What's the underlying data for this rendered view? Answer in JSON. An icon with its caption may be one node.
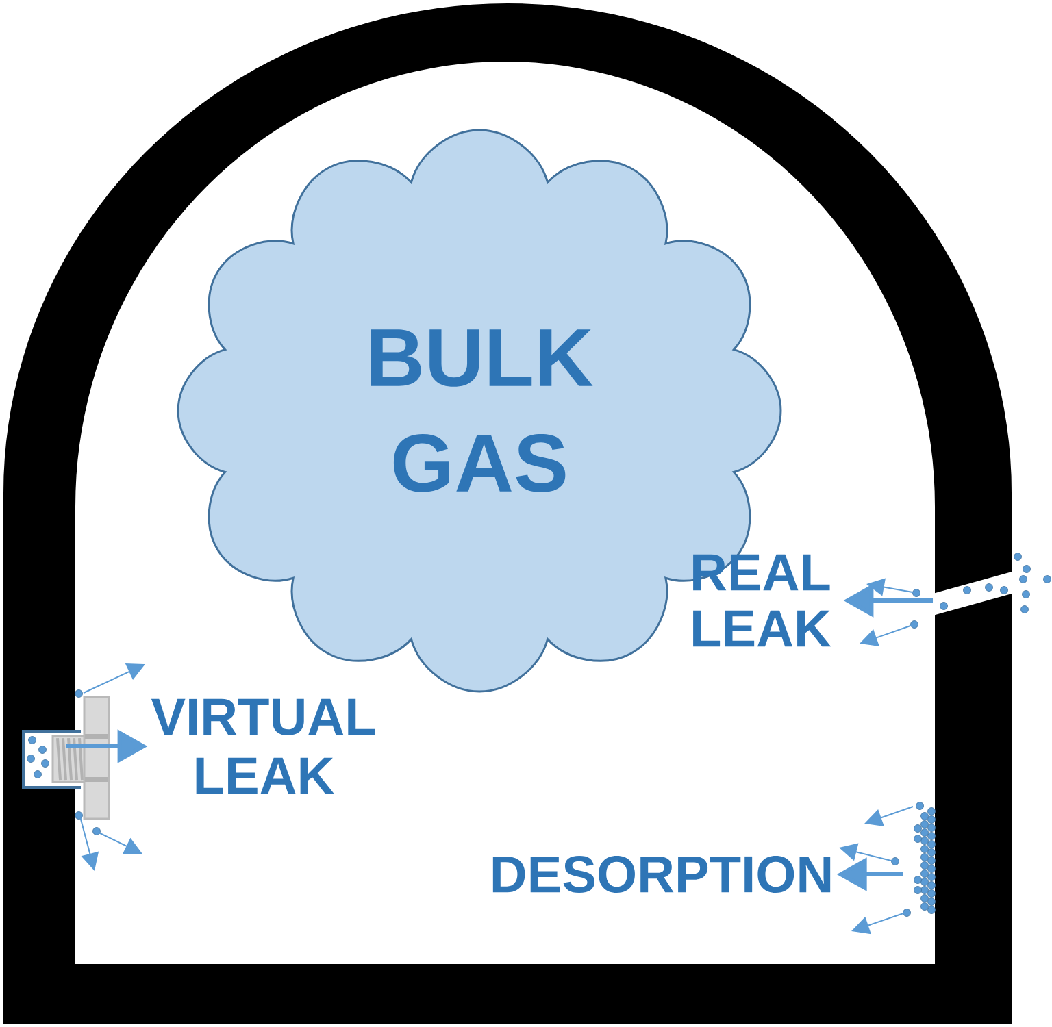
{
  "diagram": {
    "nodes": [
      {
        "text": [
          "BULK GAS"
        ]
      },
      {
        "text": [
          "REAL LEAK"
        ]
      },
      {
        "text": [
          "VIRTUAL LEAK"
        ]
      },
      {
        "text": [
          "DESORPTION"
        ]
      }
    ],
    "edges": [
      {
        "from": null,
        "to": 1,
        "arrow": "to"
      },
      {
        "from": null,
        "to": 2,
        "arrow": "to"
      },
      {
        "from": null,
        "to": 3,
        "arrow": "to"
      }
    ]
  }
}
